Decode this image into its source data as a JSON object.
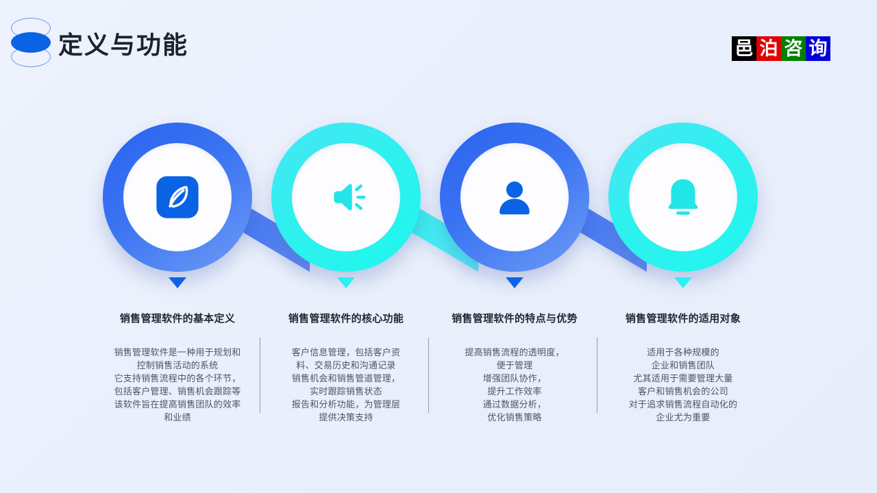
{
  "header": {
    "title": "定义与功能",
    "logo_mark": "stacked-ellipse-logo",
    "corner_logo": {
      "chars": [
        {
          "text": "邑",
          "bg": "#000000"
        },
        {
          "text": "泊",
          "bg": "#e40000"
        },
        {
          "text": "咨",
          "bg": "#008000"
        },
        {
          "text": "询",
          "bg": "#0000d6"
        }
      ]
    }
  },
  "theme": {
    "background": "#eaeffc",
    "blue": "#2a63ee",
    "blue_light": "#6e9bf6",
    "cyan": "#2ef0ef",
    "cyan_light": "#49e6f5",
    "arrow_blue": "#0f62e8",
    "arrow_cyan": "#2bf2f0",
    "title_color": "#1f2733",
    "body_color": "#4b5568",
    "divider_color": "#8e9bb4"
  },
  "steps": [
    {
      "icon": "leaf-pen-icon",
      "color": "blue",
      "title": "销售管理软件的基本定义",
      "lines": [
        "销售管理软件是一种用于规划和",
        "控制销售活动的系统",
        "它支持销售流程中的各个环节，",
        "包括客户管理、销售机会跟踪等",
        "该软件旨在提高销售团队的效率",
        "和业绩"
      ]
    },
    {
      "icon": "speaker-icon",
      "color": "cyan",
      "title": "销售管理软件的核心功能",
      "lines": [
        "客户信息管理，包括客户资",
        "料、交易历史和沟通记录",
        "销售机会和销售管道管理，",
        "实时跟踪销售状态",
        "报告和分析功能，为管理层",
        "提供决策支持"
      ]
    },
    {
      "icon": "user-icon",
      "color": "blue",
      "title": "销售管理软件的特点与优势",
      "lines": [
        "提高销售流程的透明度，",
        "便于管理",
        "增强团队协作，",
        "提升工作效率",
        "通过数据分析，",
        "优化销售策略"
      ]
    },
    {
      "icon": "bell-icon",
      "color": "cyan",
      "title": "销售管理软件的适用对象",
      "lines": [
        "适用于各种规模的",
        "企业和销售团队",
        "尤其适用于需要管理大量",
        "客户和销售机会的公司",
        "对于追求销售流程自动化的",
        "企业尤为重要"
      ]
    }
  ]
}
